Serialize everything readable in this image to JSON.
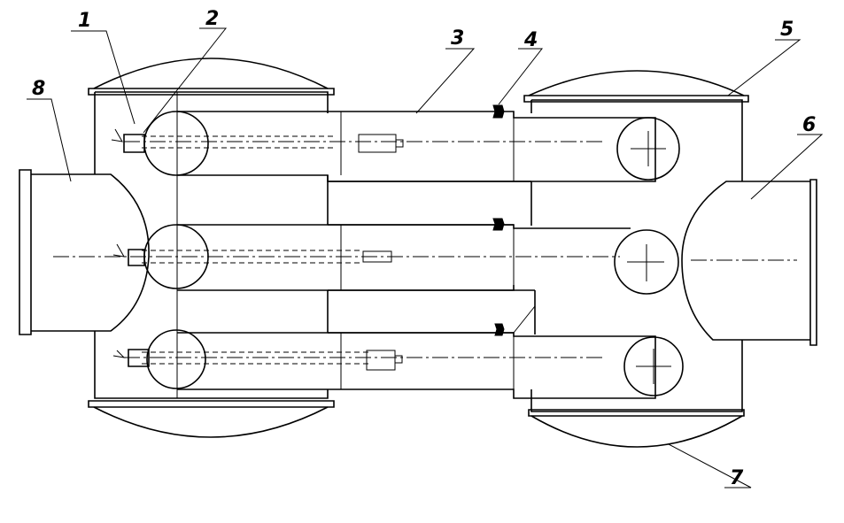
{
  "labels": {
    "part_1": "1",
    "part_2": "2",
    "part_3": "3",
    "part_4": "4",
    "part_5": "5",
    "part_6": "6",
    "part_7": "7",
    "part_8": "8"
  },
  "colors": {
    "line": "#000000",
    "background": "#ffffff"
  }
}
